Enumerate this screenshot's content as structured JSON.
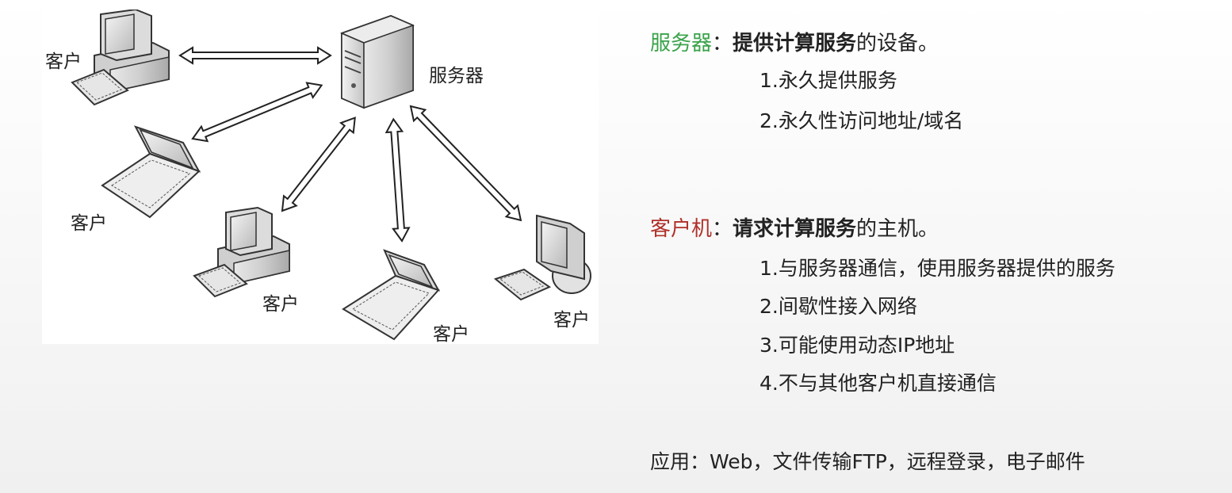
{
  "diagram": {
    "server_label": "服务器",
    "client_label": "客户"
  },
  "server_section": {
    "term": "服务器",
    "colon": "：",
    "definition_bold": "提供计算服务",
    "definition_rest": "的设备。",
    "items": [
      "1.永久提供服务",
      "2.永久性访问地址/域名"
    ]
  },
  "client_section": {
    "term": "客户机",
    "colon": "：",
    "definition_bold": "请求计算服务",
    "definition_rest": "的主机。",
    "items": [
      "1.与服务器通信，使用服务器提供的服务",
      "2.间歇性接入网络",
      "3.可能使用动态IP地址",
      "4.不与其他客户机直接通信"
    ]
  },
  "applications": {
    "text": "应用：Web，文件传输FTP，远程登录，电子邮件"
  },
  "colors": {
    "server_term": "#3aa34a",
    "client_term": "#b0302a"
  }
}
